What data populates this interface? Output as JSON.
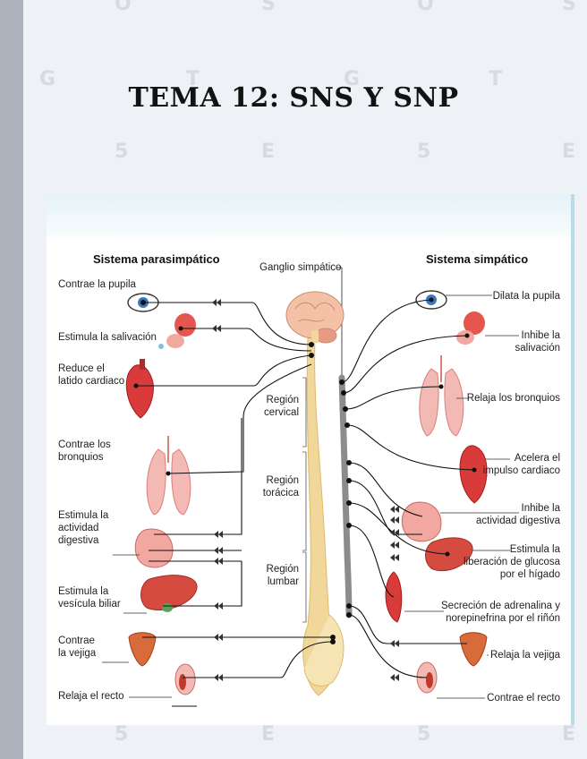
{
  "title": "TEMA 12: SNS Y SNP",
  "watermark": {
    "letters": [
      "O",
      "S",
      "O",
      "S",
      "G",
      "T",
      "G",
      "T",
      "5",
      "E",
      "5",
      "E",
      "5",
      "E",
      "5",
      "E"
    ]
  },
  "diagram": {
    "left_header": "Sistema parasimpático",
    "center_header": "Ganglio simpático",
    "right_header": "Sistema simpático",
    "regions": [
      {
        "lines": [
          "Región",
          "cervical"
        ]
      },
      {
        "lines": [
          "Región",
          "torácica"
        ]
      },
      {
        "lines": [
          "Región",
          "lumbar"
        ]
      }
    ],
    "left_labels": [
      {
        "lines": [
          "Contrae la pupila"
        ]
      },
      {
        "lines": [
          "Estimula la salivación"
        ]
      },
      {
        "lines": [
          "Reduce el",
          "latido cardiaco"
        ]
      },
      {
        "lines": [
          "Contrae los",
          "bronquios"
        ]
      },
      {
        "lines": [
          "Estimula la",
          "actividad",
          "digestiva"
        ]
      },
      {
        "lines": [
          "Estimula la",
          "vesícula biliar"
        ]
      },
      {
        "lines": [
          "Contrae",
          "la vejiga"
        ]
      },
      {
        "lines": [
          "Relaja el recto"
        ]
      }
    ],
    "right_labels": [
      {
        "lines": [
          "Dilata la pupila"
        ]
      },
      {
        "lines": [
          "Inhibe la",
          "salivación"
        ]
      },
      {
        "lines": [
          "Relaja los bronquios"
        ]
      },
      {
        "lines": [
          "Acelera el",
          "impulso cardiaco"
        ]
      },
      {
        "lines": [
          "Inhibe la",
          "actividad digestiva"
        ]
      },
      {
        "lines": [
          "Estimula la",
          "liberación de glucosa",
          "por el hígado"
        ]
      },
      {
        "lines": [
          "Secreción de adrenalina y",
          "norepinefrina por el riñón"
        ]
      },
      {
        "lines": [
          "Relaja la vejiga"
        ]
      },
      {
        "lines": [
          "Contrae el recto"
        ]
      }
    ],
    "colors": {
      "organ": "#d93a3a",
      "organ_light": "#f2b9b5",
      "spine": "#f2d79a",
      "chain": "#8c8c8c",
      "brain": "#f4c0a6",
      "nerve": "#111111"
    }
  }
}
